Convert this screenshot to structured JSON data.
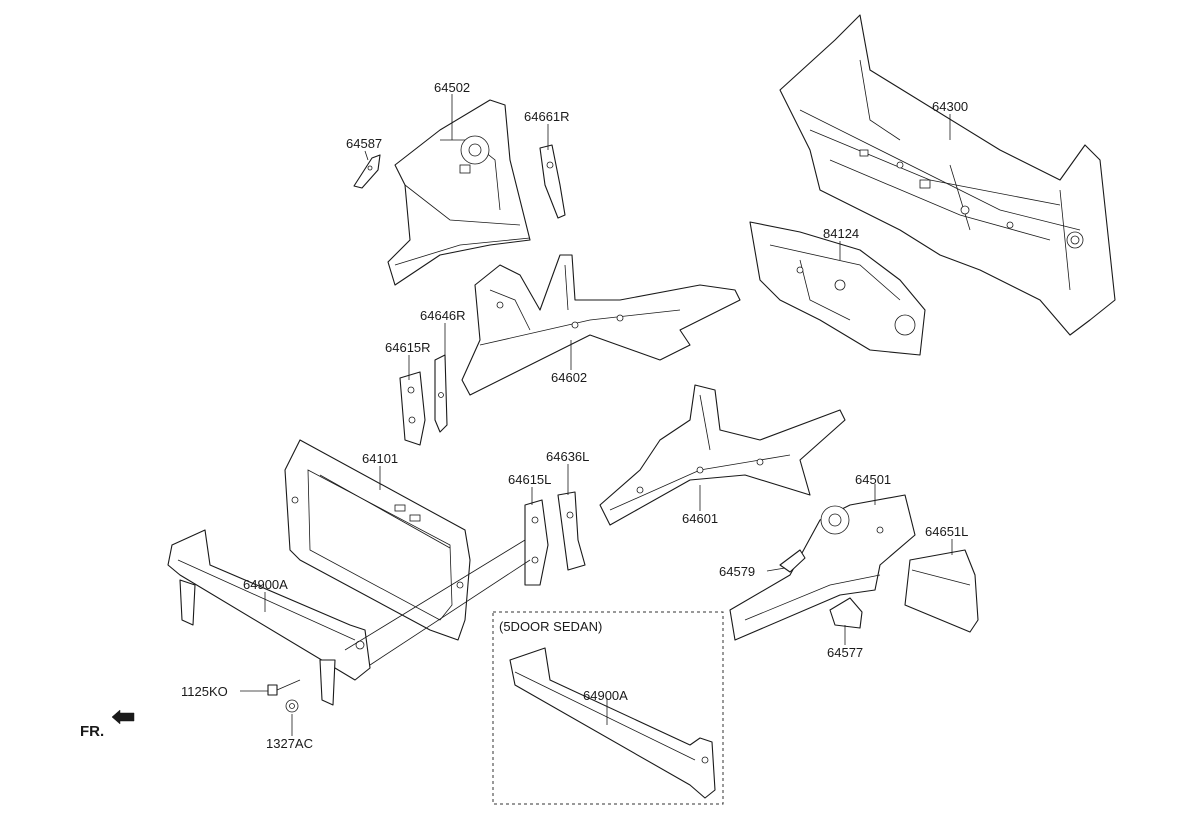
{
  "labels": {
    "p64502": "64502",
    "p64587": "64587",
    "p64661R": "64661R",
    "p64300": "64300",
    "p84124": "84124",
    "p64646R": "64646R",
    "p64615R": "64615R",
    "p64602": "64602",
    "p64101": "64101",
    "p64636L": "64636L",
    "p64615L": "64615L",
    "p64601": "64601",
    "p64501": "64501",
    "p64651L": "64651L",
    "p64579": "64579",
    "p64577": "64577",
    "p64900A_main": "64900A",
    "p1125KO": "1125KO",
    "p1327AC": "1327AC",
    "p64900A_sedan": "64900A"
  },
  "inset": {
    "title": "(5DOOR SEDAN)"
  },
  "front_indicator": {
    "label": "FR.",
    "icon": "front-direction-arrow-icon"
  }
}
